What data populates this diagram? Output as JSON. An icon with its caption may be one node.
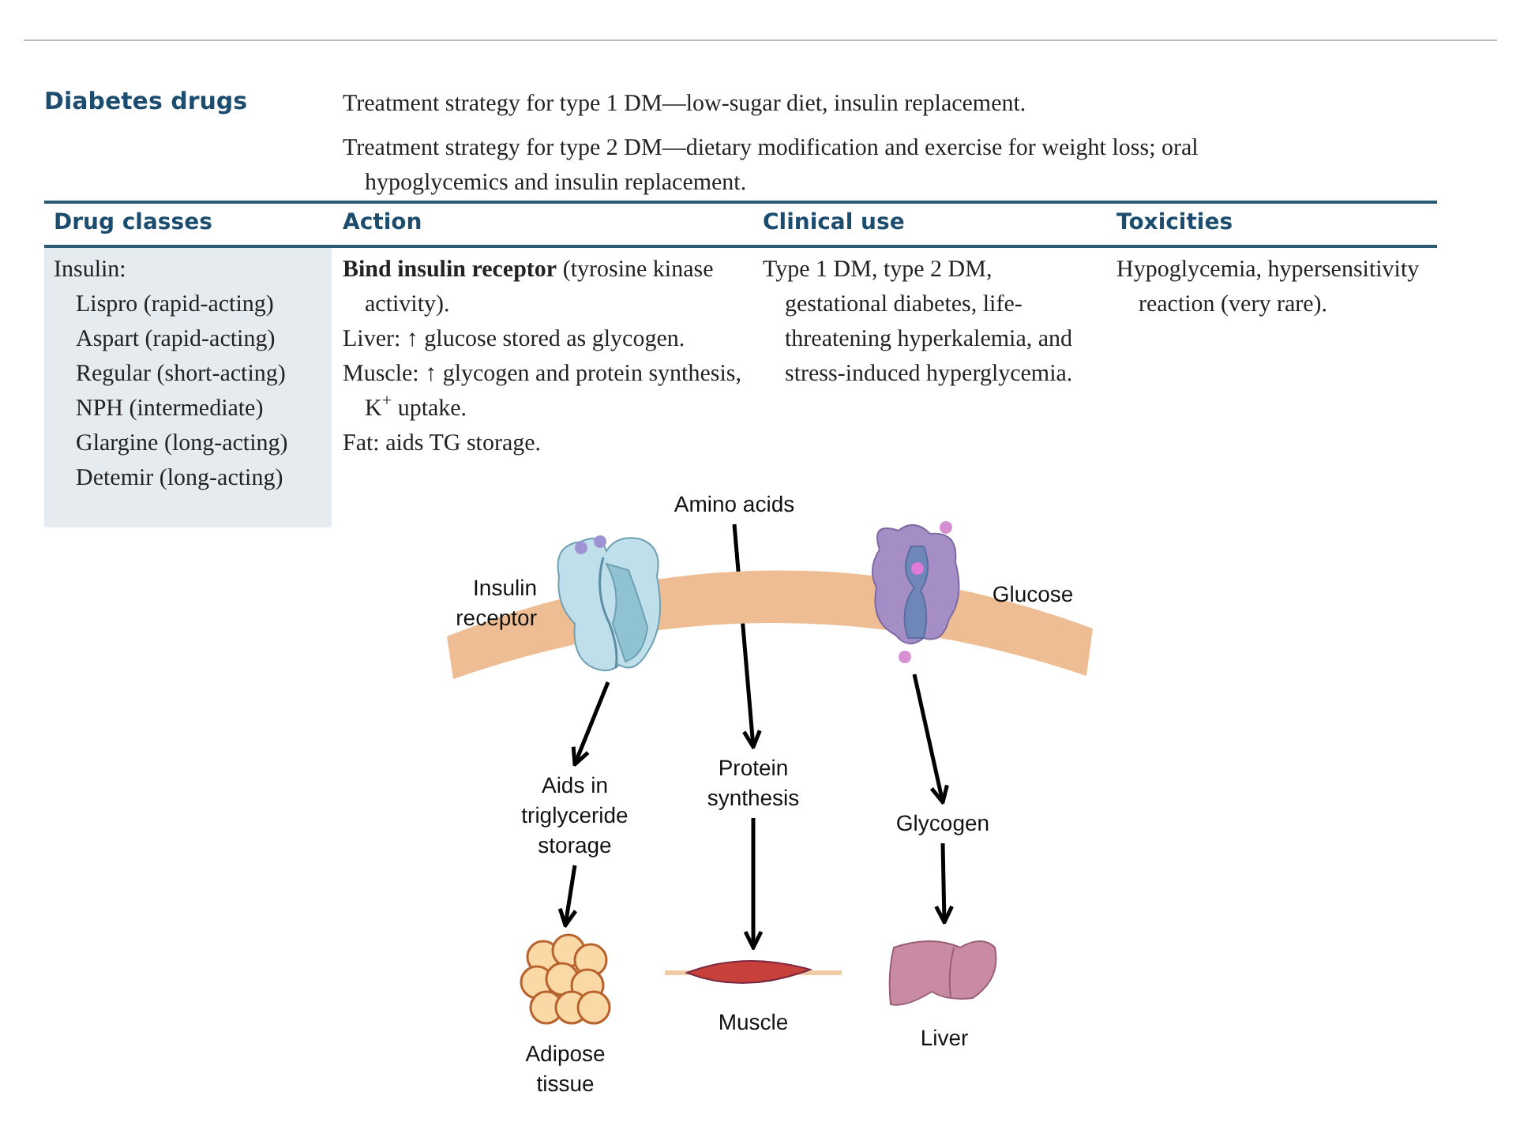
{
  "diagram": {
    "title": "Diabetes drugs",
    "nodes": [
      {
        "text": [
          "Amino acids"
        ]
      },
      {
        "text": [],
        "shape": "picture",
        "beside": [
          "Insulin receptor"
        ]
      },
      {
        "text": [],
        "shape": "picture",
        "beside": [
          "Glucose"
        ]
      },
      {
        "text": [
          "Aids in triglyceride storage"
        ]
      },
      {
        "text": [
          "Protein synthesis"
        ]
      },
      {
        "text": [
          "Glycogen"
        ]
      },
      {
        "text": [],
        "shape": "picture",
        "beside": [
          "Adipose tissue"
        ]
      },
      {
        "text": [],
        "shape": "picture",
        "beside": [
          "Muscle"
        ]
      },
      {
        "text": [],
        "shape": "picture",
        "beside": [
          "Liver"
        ]
      }
    ],
    "edges": [
      {
        "from": 1,
        "to": 3,
        "arrow": "to"
      },
      {
        "from": 0,
        "to": 4,
        "arrow": "to"
      },
      {
        "from": 2,
        "to": 5,
        "arrow": "to"
      },
      {
        "from": 3,
        "to": 6,
        "arrow": "to"
      },
      {
        "from": 4,
        "to": 7,
        "arrow": "to"
      },
      {
        "from": 5,
        "to": 8,
        "arrow": "to"
      }
    ],
    "labels": [
      "Treatment strategy for type 1 DM—low-sugar diet, insulin replacement.",
      "Treatment strategy for type 2 DM—dietary modification and exercise for weight loss; oral hypoglycemics and insulin replacement.",
      "Drug classes",
      "Action",
      "Clinical use",
      "Toxicities",
      "Insulin:",
      "Lispro (rapid-acting)",
      "Aspart (rapid-acting)",
      "Regular (short-acting)",
      "NPH (intermediate)",
      "Glargine (long-acting)",
      "Detemir (long-acting)",
      "**Bind insulin receptor** (tyrosine kinase activity).",
      "Liver: ↑ glucose stored as glycogen.",
      "Muscle: ↑ glycogen and protein synthesis, K$^{+}$ uptake.",
      "Fat: aids TG storage.",
      "Type 1 DM, type 2 DM, gestational diabetes, life-threatening hyperkalemia, and stress-induced hyperglycemia.",
      "Hypoglycemia, hypersensitivity reaction (very rare)."
    ]
  }
}
